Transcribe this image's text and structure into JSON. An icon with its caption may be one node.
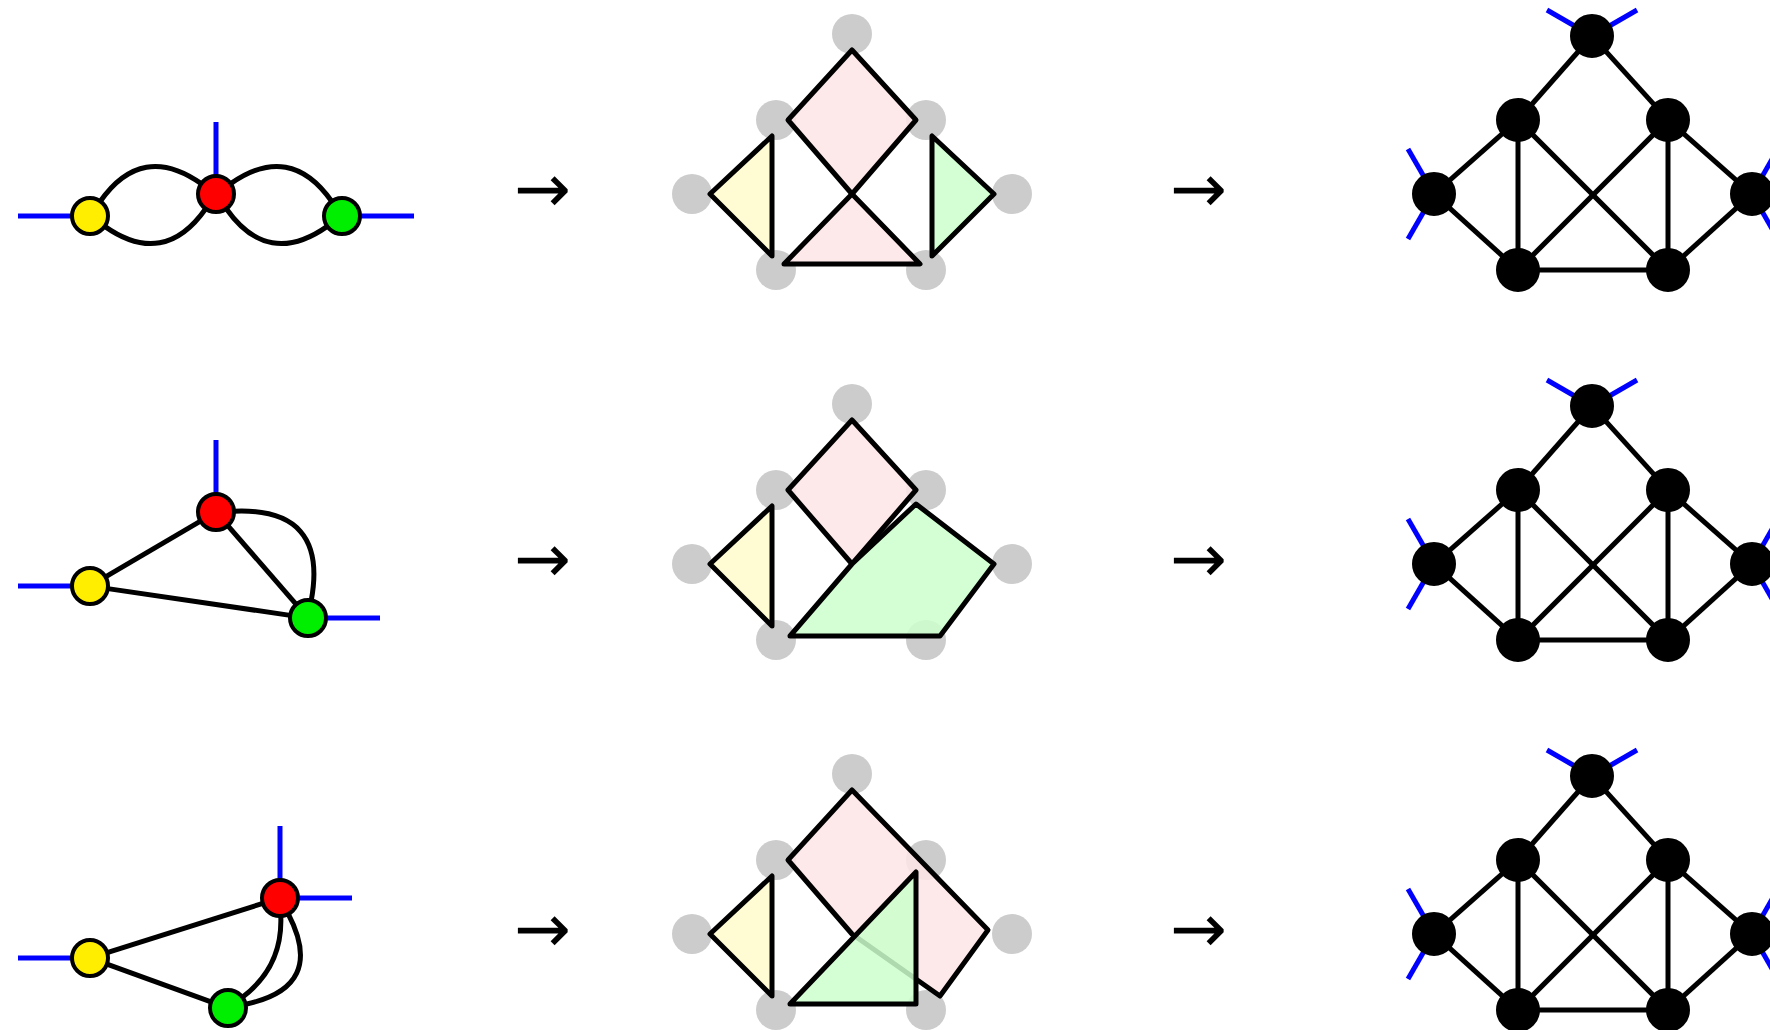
{
  "diagram": {
    "nodes": [
      {
        "text": [],
        "shape": "circle"
      },
      {
        "text": [],
        "shape": "circle"
      },
      {
        "text": [],
        "shape": "circle"
      },
      {
        "text": [],
        "shape": "picture"
      },
      {
        "text": [],
        "shape": "circle"
      },
      {
        "text": [],
        "shape": "circle"
      },
      {
        "text": [],
        "shape": "circle"
      },
      {
        "text": [],
        "shape": "circle"
      },
      {
        "text": [],
        "shape": "circle"
      },
      {
        "text": [],
        "shape": "circle"
      },
      {
        "text": [],
        "shape": "circle"
      },
      {
        "text": [],
        "shape": "circle"
      },
      {
        "text": [],
        "shape": "circle"
      },
      {
        "text": [],
        "shape": "circle"
      },
      {
        "text": [],
        "shape": "picture"
      },
      {
        "text": [],
        "shape": "circle"
      },
      {
        "text": [],
        "shape": "circle"
      },
      {
        "text": [],
        "shape": "circle"
      },
      {
        "text": [],
        "shape": "circle"
      },
      {
        "text": [],
        "shape": "circle"
      },
      {
        "text": [],
        "shape": "circle"
      },
      {
        "text": [],
        "shape": "circle"
      },
      {
        "text": [],
        "shape": "circle"
      },
      {
        "text": [],
        "shape": "circle"
      },
      {
        "text": [],
        "shape": "circle"
      },
      {
        "text": [],
        "shape": "picture"
      },
      {
        "text": [],
        "shape": "circle"
      },
      {
        "text": [],
        "shape": "circle"
      },
      {
        "text": [],
        "shape": "circle"
      },
      {
        "text": [],
        "shape": "circle"
      },
      {
        "text": [],
        "shape": "circle"
      },
      {
        "text": [],
        "shape": "circle"
      },
      {
        "text": [],
        "shape": "circle"
      }
    ],
    "edges": [
      {
        "from": 0,
        "to": 1,
        "arrow": "none"
      },
      {
        "from": 0,
        "to": 1,
        "arrow": "none"
      },
      {
        "from": 1,
        "to": 2,
        "arrow": "none"
      },
      {
        "from": 1,
        "to": 2,
        "arrow": "none"
      },
      {
        "from": 0,
        "to": null,
        "arrow": "none",
        "color": "#0000ff"
      },
      {
        "from": 1,
        "to": null,
        "arrow": "none",
        "color": "#0000ff"
      },
      {
        "from": 2,
        "to": null,
        "arrow": "none",
        "color": "#0000ff"
      },
      {
        "from": 4,
        "to": 5,
        "arrow": "none"
      },
      {
        "from": 4,
        "to": 6,
        "arrow": "none"
      },
      {
        "from": 5,
        "to": 7,
        "arrow": "none"
      },
      {
        "from": 6,
        "to": 8,
        "arrow": "none"
      },
      {
        "from": 7,
        "to": 9,
        "arrow": "none"
      },
      {
        "from": 8,
        "to": 10,
        "arrow": "none"
      },
      {
        "from": 5,
        "to": 9,
        "arrow": "none"
      },
      {
        "from": 6,
        "to": 10,
        "arrow": "none"
      },
      {
        "from": 9,
        "to": 10,
        "arrow": "none"
      },
      {
        "from": 5,
        "to": 10,
        "arrow": "none"
      },
      {
        "from": 6,
        "to": 9,
        "arrow": "none"
      },
      {
        "from": 4,
        "to": null,
        "arrow": "none",
        "color": "#0000ff"
      },
      {
        "from": 4,
        "to": null,
        "arrow": "none",
        "color": "#0000ff"
      },
      {
        "from": 7,
        "to": null,
        "arrow": "none",
        "color": "#0000ff"
      },
      {
        "from": 7,
        "to": null,
        "arrow": "none",
        "color": "#0000ff"
      },
      {
        "from": 8,
        "to": null,
        "arrow": "none",
        "color": "#0000ff"
      },
      {
        "from": 8,
        "to": null,
        "arrow": "none",
        "color": "#0000ff"
      },
      {
        "from": 11,
        "to": 12,
        "arrow": "none"
      },
      {
        "from": 11,
        "to": 13,
        "arrow": "none"
      },
      {
        "from": 12,
        "to": 13,
        "arrow": "none"
      },
      {
        "from": 12,
        "to": 13,
        "arrow": "none"
      },
      {
        "from": 11,
        "to": null,
        "arrow": "none",
        "color": "#0000ff"
      },
      {
        "from": 12,
        "to": null,
        "arrow": "none",
        "color": "#0000ff"
      },
      {
        "from": 13,
        "to": null,
        "arrow": "none",
        "color": "#0000ff"
      },
      {
        "from": 15,
        "to": 16,
        "arrow": "none"
      },
      {
        "from": 15,
        "to": 17,
        "arrow": "none"
      },
      {
        "from": 16,
        "to": 18,
        "arrow": "none"
      },
      {
        "from": 17,
        "to": 19,
        "arrow": "none"
      },
      {
        "from": 18,
        "to": 20,
        "arrow": "none"
      },
      {
        "from": 19,
        "to": 21,
        "arrow": "none"
      },
      {
        "from": 16,
        "to": 20,
        "arrow": "none"
      },
      {
        "from": 17,
        "to": 21,
        "arrow": "none"
      },
      {
        "from": 20,
        "to": 21,
        "arrow": "none"
      },
      {
        "from": 16,
        "to": 21,
        "arrow": "none"
      },
      {
        "from": 17,
        "to": 20,
        "arrow": "none"
      },
      {
        "from": 15,
        "to": null,
        "arrow": "none",
        "color": "#0000ff"
      },
      {
        "from": 15,
        "to": null,
        "arrow": "none",
        "color": "#0000ff"
      },
      {
        "from": 18,
        "to": null,
        "arrow": "none",
        "color": "#0000ff"
      },
      {
        "from": 18,
        "to": null,
        "arrow": "none",
        "color": "#0000ff"
      },
      {
        "from": 19,
        "to": null,
        "arrow": "none",
        "color": "#0000ff"
      },
      {
        "from": 19,
        "to": null,
        "arrow": "none",
        "color": "#0000ff"
      },
      {
        "from": 22,
        "to": 23,
        "arrow": "none"
      },
      {
        "from": 22,
        "to": 24,
        "arrow": "none"
      },
      {
        "from": 23,
        "to": 24,
        "arrow": "none"
      },
      {
        "from": 23,
        "to": 24,
        "arrow": "none"
      },
      {
        "from": 22,
        "to": null,
        "arrow": "none",
        "color": "#0000ff"
      },
      {
        "from": 23,
        "to": null,
        "arrow": "none",
        "color": "#0000ff"
      },
      {
        "from": 23,
        "to": null,
        "arrow": "none",
        "color": "#0000ff"
      },
      {
        "from": 26,
        "to": 27,
        "arrow": "none"
      },
      {
        "from": 26,
        "to": 28,
        "arrow": "none"
      },
      {
        "from": 27,
        "to": 29,
        "arrow": "none"
      },
      {
        "from": 28,
        "to": 30,
        "arrow": "none"
      },
      {
        "from": 29,
        "to": 31,
        "arrow": "none"
      },
      {
        "from": 30,
        "to": 32,
        "arrow": "none"
      },
      {
        "from": 27,
        "to": 31,
        "arrow": "none"
      },
      {
        "from": 28,
        "to": 32,
        "arrow": "none"
      },
      {
        "from": 31,
        "to": 32,
        "arrow": "none"
      },
      {
        "from": 27,
        "to": 32,
        "arrow": "none"
      },
      {
        "from": 28,
        "to": 31,
        "arrow": "none"
      },
      {
        "from": 26,
        "to": null,
        "arrow": "none",
        "color": "#0000ff"
      },
      {
        "from": 26,
        "to": null,
        "arrow": "none",
        "color": "#0000ff"
      },
      {
        "from": 29,
        "to": null,
        "arrow": "none",
        "color": "#0000ff"
      },
      {
        "from": 29,
        "to": null,
        "arrow": "none",
        "color": "#0000ff"
      },
      {
        "from": 30,
        "to": null,
        "arrow": "none",
        "color": "#0000ff"
      },
      {
        "from": 30,
        "to": null,
        "arrow": "none",
        "color": "#0000ff"
      }
    ],
    "labels": [
      "→",
      "→",
      "→",
      "→",
      "→",
      "→"
    ]
  }
}
